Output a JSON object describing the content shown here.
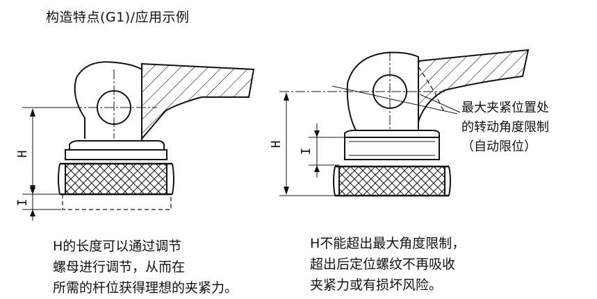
{
  "title": "构造特点(G1)/应用示例",
  "labels": {
    "h_left": "H",
    "i_left": "I",
    "h_right": "H",
    "i_right": "I"
  },
  "callout_lines": [
    "最大夹紧位置处",
    "的转动角度限制",
    "（自动限位）"
  ],
  "caption_left": [
    "H的长度可以通过调节",
    "螺母进行调节，从而在",
    "所需的杆位获得理想的夹紧力。"
  ],
  "caption_right": [
    "H不能超出最大角度限制，",
    "超出后定位螺纹不再吸收",
    "夹紧力或有损坏风险。"
  ],
  "colors": {
    "line": "#111111",
    "background": "#ffffff"
  }
}
